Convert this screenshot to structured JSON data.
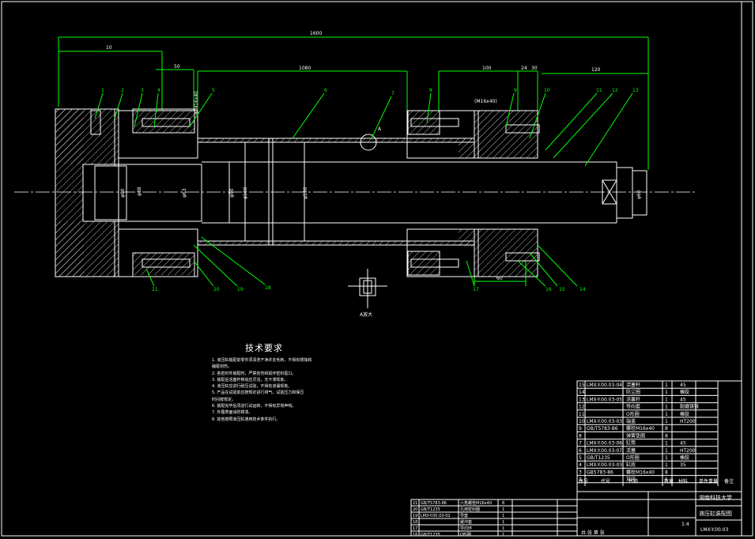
{
  "dimensions": {
    "overall": "1600",
    "left_offset": "10",
    "d50": "50",
    "stroke": "1080",
    "d100": "100",
    "d24": "24",
    "d30": "30",
    "d120": "120",
    "bottom60": "60"
  },
  "part_labels": [
    "1",
    "2",
    "3",
    "4",
    "5",
    "6",
    "7",
    "8",
    "9",
    "10",
    "11",
    "12",
    "13",
    "14",
    "15",
    "16",
    "17",
    "18",
    "19",
    "20",
    "21"
  ],
  "thread_label_left": "4-M16x40",
  "thread_label_right": "(M16x40)",
  "detail_view_label": "A放大",
  "detail_marker": "A",
  "diameters": {
    "bore": "φ90",
    "rod": "φ50",
    "head": "φ88",
    "piston": "φ100",
    "outer": "φ130",
    "rod2": "φ63",
    "end": "φ60"
  },
  "tech_req": {
    "title": "技术要求",
    "items": [
      "1. 液压缸装配前零件须清洗干净并去毛刺，不得有锈蚀和",
      "   磕碰划伤。",
      "2. 各密封件装配时，严禁划伤和损坏密封唇口。",
      "3. 装配后活塞杆移动应灵活，无卡滞现象。",
      "4. 液压缸应进行耐压试验，不得有渗漏现象。",
      "5. 产品在试验前应按规定进行排气，试验压力和保压",
      "   时间按规定。",
      "6. 装配完毕后须进行试运转，不得有异常声响。",
      "7. 外露表面涂防锈漆。",
      "8. 其他按照液压缸通用技术条件执行。"
    ]
  },
  "bom": {
    "rows": [
      {
        "no": "15",
        "code": "LMX-Y.00.03-04",
        "name": "活塞杆",
        "qty": "1",
        "mat": "45"
      },
      {
        "no": "14",
        "code": "",
        "name": "防尘圈",
        "qty": "1",
        "mat": "橡胶"
      },
      {
        "no": "13",
        "code": "LMX-Y.00.03-05",
        "name": "活塞杆",
        "qty": "1",
        "mat": "45"
      },
      {
        "no": "12",
        "code": "",
        "name": "导向套",
        "qty": "1",
        "mat": "耐磨铸铁"
      },
      {
        "no": "11",
        "code": "",
        "name": "O形圈",
        "qty": "1",
        "mat": "橡胶"
      },
      {
        "no": "10",
        "code": "LMX-Y.00.03-03",
        "name": "端盖",
        "qty": "1",
        "mat": "HT200"
      },
      {
        "no": "9",
        "code": "GB/T5783-86",
        "name": "螺栓M16x40",
        "qty": "8",
        "mat": ""
      },
      {
        "no": "8",
        "code": "",
        "name": "弹簧垫圈",
        "qty": "8",
        "mat": ""
      },
      {
        "no": "7",
        "code": "LMX-Y.00.03-06",
        "name": "缸筒",
        "qty": "1",
        "mat": "45"
      },
      {
        "no": "6",
        "code": "LMX-Y.00.03-07",
        "name": "活塞",
        "qty": "1",
        "mat": "HT200"
      },
      {
        "no": "5",
        "code": "GB/T1235",
        "name": "O形圈",
        "qty": "1",
        "mat": "橡胶"
      },
      {
        "no": "4",
        "code": "LMX-Y.00.03-03",
        "name": "缸底",
        "qty": "1",
        "mat": "35"
      },
      {
        "no": "3",
        "code": "GB5783-86",
        "name": "螺栓M16x40",
        "qty": "8",
        "mat": ""
      },
      {
        "no": "2",
        "code": "",
        "name": "耳环",
        "qty": "1",
        "mat": ""
      }
    ],
    "header": [
      "序号",
      "代号",
      "名称",
      "数量",
      "材料",
      "单件重量",
      "备注"
    ],
    "lower_rows": [
      {
        "no": "21",
        "code": "GB/T5783-86",
        "name": "六角螺栓M16x40",
        "qty": "8"
      },
      {
        "no": "20",
        "code": "GB/T1235",
        "name": "孔用密封圈",
        "qty": "1"
      },
      {
        "no": "19",
        "code": "LMX-Y.00.03-02",
        "name": "导套",
        "qty": "1"
      },
      {
        "no": "18",
        "code": "",
        "name": "缓冲套",
        "qty": "1"
      },
      {
        "no": "17",
        "code": "",
        "name": "导向环",
        "qty": "1"
      },
      {
        "no": "16",
        "code": "GB/T1235",
        "name": "O形圈",
        "qty": "1"
      }
    ],
    "school": "湖南科技大学",
    "drawing_title": "液压缸装配图",
    "drawing_no": "LMX-Y.00.03",
    "scale": "1:4",
    "sheet": "共 张 第 张"
  }
}
